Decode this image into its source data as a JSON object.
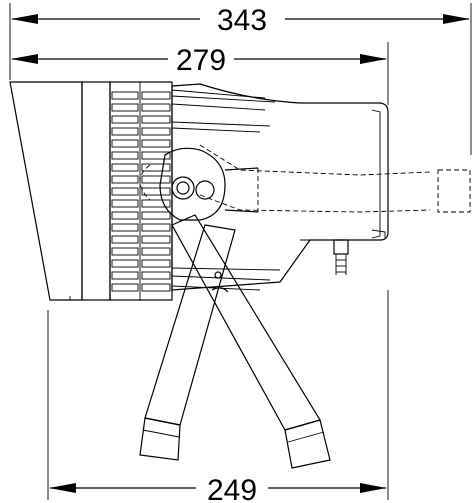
{
  "dimensions": {
    "overall_length": "343",
    "body_length": "279",
    "base_width": "249"
  }
}
